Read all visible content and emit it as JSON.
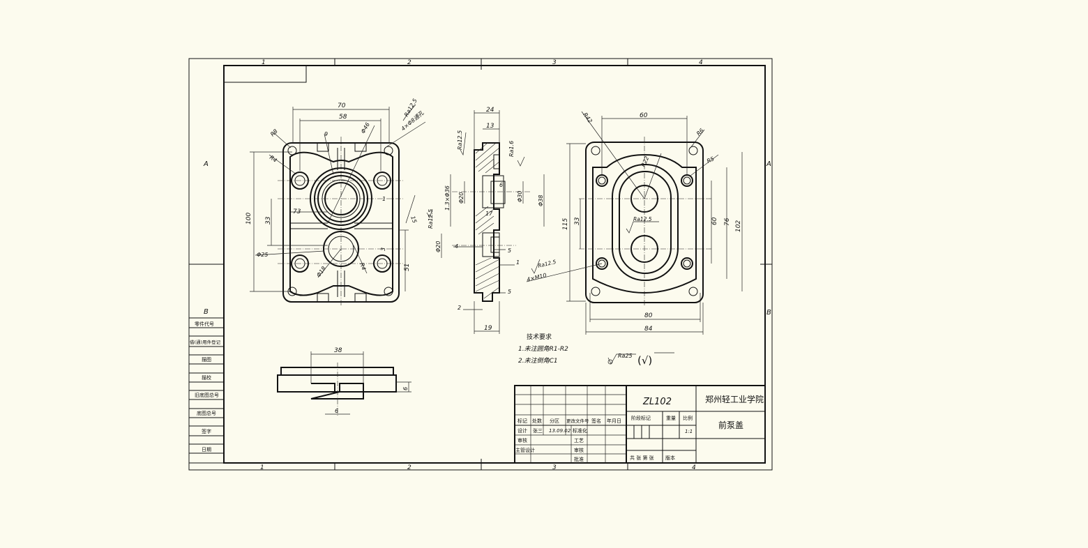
{
  "frame": {
    "column_labels": [
      "1",
      "2",
      "3",
      "4"
    ],
    "row_labels": [
      "A",
      "B"
    ]
  },
  "left_margin_labels": [
    "零件代号",
    "借(通)用件登记",
    "描图",
    "描校",
    "旧底图总号",
    "底图总号",
    "签字",
    "日期"
  ],
  "front_view": {
    "dims": [
      "70",
      "58",
      "Ra12.5",
      "4×Φ8通孔",
      "R8",
      "R4",
      "9",
      "Φ46",
      "1",
      "73",
      "100",
      "33",
      "Φ25",
      "Φ18",
      "R4",
      "3",
      "51",
      "15"
    ]
  },
  "section_view": {
    "dims": [
      "24",
      "13",
      "Ra12.5",
      "Ra1.6",
      "6",
      "1.3×Φ36",
      "Φ20",
      "Φ30",
      "Φ38",
      "17",
      "Ra12.5",
      "Φ20",
      "4",
      "5",
      "1",
      "5",
      "2",
      "19"
    ]
  },
  "back_view": {
    "dims": [
      "R42",
      "60",
      "R6",
      "R22",
      "R5",
      "115",
      "33",
      "Ra12.5",
      "60",
      "76",
      "102",
      "4×M10",
      "Ra12.5",
      "80",
      "84"
    ]
  },
  "bottom_view": {
    "dims": [
      "38",
      "6",
      "6"
    ]
  },
  "tech_notes": {
    "title": "技术要求",
    "items": [
      "1.未注圆角R1-R2",
      "2.未注倒角C1"
    ]
  },
  "surface_finish": {
    "label": "Ra25",
    "paren": "(√)"
  },
  "title_block": {
    "drawing_number": "ZL102",
    "school": "郑州轻工业学院",
    "part_name": "前泵盖",
    "header": [
      "标记",
      "处数",
      "分区",
      "更改文件号",
      "签名",
      "年月日"
    ],
    "row_design": {
      "label": "设计",
      "name": "张三",
      "date": "13.09.02",
      "std_label": "标准化"
    },
    "row_check": "审核",
    "row_chief": "主管设计",
    "row_process": "工艺",
    "row_approve": "审核",
    "row_ratify": "批准",
    "stage_label": "阶段标记",
    "weight_label": "重量",
    "scale_label": "比例",
    "scale_value": "1:1",
    "sheets_label": "共 张 第 张",
    "version_label": "版本"
  }
}
